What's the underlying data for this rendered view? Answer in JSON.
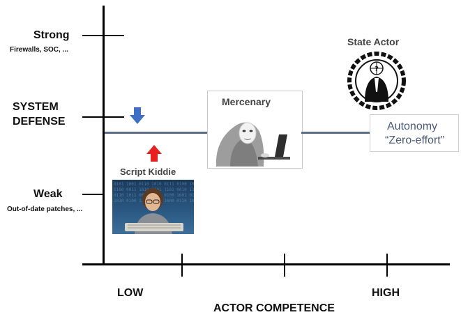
{
  "y_axis": {
    "title_line1": "SYSTEM",
    "title_line2": "DEFENSE",
    "strong_label": "Strong",
    "strong_sub": "Firewalls, SOC, ...",
    "weak_label": "Weak",
    "weak_sub": "Out-of-date patches, ..."
  },
  "x_axis": {
    "title": "ACTOR COMPETENCE",
    "low_label": "LOW",
    "high_label": "HIGH"
  },
  "actors": {
    "script_kiddie": "Script Kiddie",
    "mercenary": "Mercenary",
    "state_actor": "State Actor"
  },
  "autonomy_box": {
    "line1": "Autonomy",
    "line2": "“Zero-effort”"
  },
  "colors": {
    "threshold_line": "#5b6b85",
    "down_arrow": "#3f6fc4",
    "up_arrow": "#e8201f",
    "autonomy_text": "#4a5a78"
  }
}
